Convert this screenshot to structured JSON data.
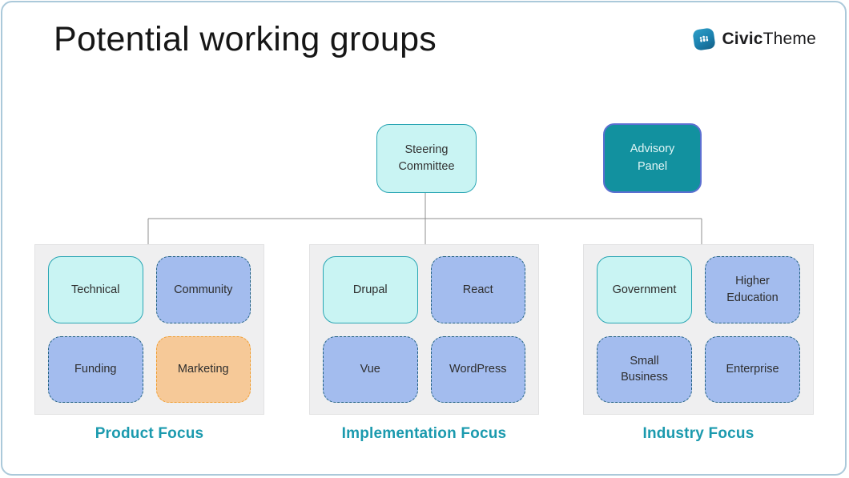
{
  "slide": {
    "title": "Potential working groups"
  },
  "logo": {
    "brand_bold": "Civic",
    "brand_regular": "Theme"
  },
  "nodes": {
    "steering_committee": "Steering Committee",
    "advisory_panel": "Advisory Panel"
  },
  "groups": [
    {
      "label": "Product Focus",
      "boxes": [
        {
          "label": "Technical",
          "variant": "cyan-solid"
        },
        {
          "label": "Community",
          "variant": "blue-dashed"
        },
        {
          "label": "Funding",
          "variant": "blue-dashed"
        },
        {
          "label": "Marketing",
          "variant": "orange-dashed"
        }
      ]
    },
    {
      "label": "Implementation Focus",
      "boxes": [
        {
          "label": "Drupal",
          "variant": "cyan-solid"
        },
        {
          "label": "React",
          "variant": "blue-dashed"
        },
        {
          "label": "Vue",
          "variant": "blue-dashed"
        },
        {
          "label": "WordPress",
          "variant": "blue-dashed"
        }
      ]
    },
    {
      "label": "Industry Focus",
      "boxes": [
        {
          "label": "Government",
          "variant": "cyan-solid"
        },
        {
          "label": "Higher Education",
          "variant": "blue-dashed"
        },
        {
          "label": "Small Business",
          "variant": "blue-dashed"
        },
        {
          "label": "Enterprise",
          "variant": "blue-dashed"
        }
      ]
    }
  ],
  "colors": {
    "accent_teal": "#1b9aae",
    "cyan_fill": "#c9f4f3",
    "cyan_border": "#2aa6b4",
    "blue_fill": "#a3bcee",
    "blue_border": "#1f6080",
    "orange_fill": "#f6c998",
    "orange_border": "#f09d2f",
    "advisory_fill": "#12919f",
    "advisory_border": "#5b6fd1",
    "connector_gray": "#8f8f8f",
    "card_border": "#abc9da",
    "group_bg": "#efeff0"
  }
}
